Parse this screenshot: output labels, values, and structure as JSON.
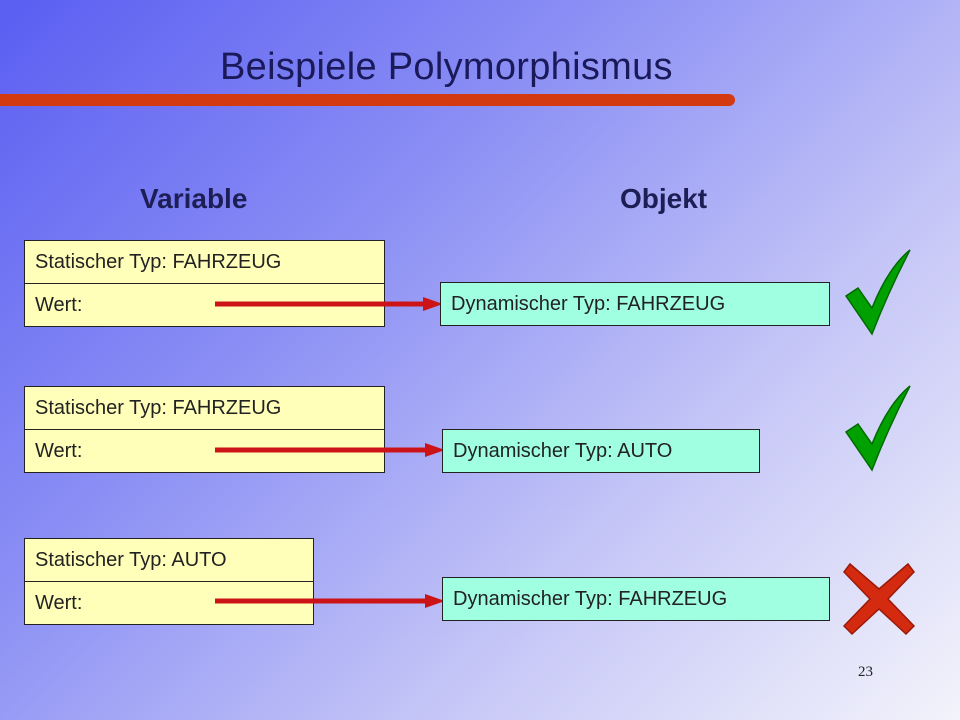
{
  "slide": {
    "title": "Beispiele Polymorphismus",
    "column_variable": "Variable",
    "column_object": "Objekt",
    "page_number": "23"
  },
  "rows": [
    {
      "static_label": "Statischer Typ: FAHRZEUG",
      "value_label": "Wert:",
      "dynamic_label": "Dynamischer Typ: FAHRZEUG",
      "result": "check-icon",
      "result_color": "#00a000"
    },
    {
      "static_label": "Statischer Typ: FAHRZEUG",
      "value_label": "Wert:",
      "dynamic_label": "Dynamischer Typ: AUTO",
      "result": "check-icon",
      "result_color": "#00a000"
    },
    {
      "static_label": "Statischer Typ: AUTO",
      "value_label": "Wert:",
      "dynamic_label": "Dynamischer Typ: FAHRZEUG",
      "result": "cross-icon",
      "result_color": "#d42a10"
    }
  ],
  "colors": {
    "variable_box": "#ffffb9",
    "object_box": "#9fffe0",
    "arrow": "#cc1418",
    "accent_bar": "#d33a12"
  }
}
